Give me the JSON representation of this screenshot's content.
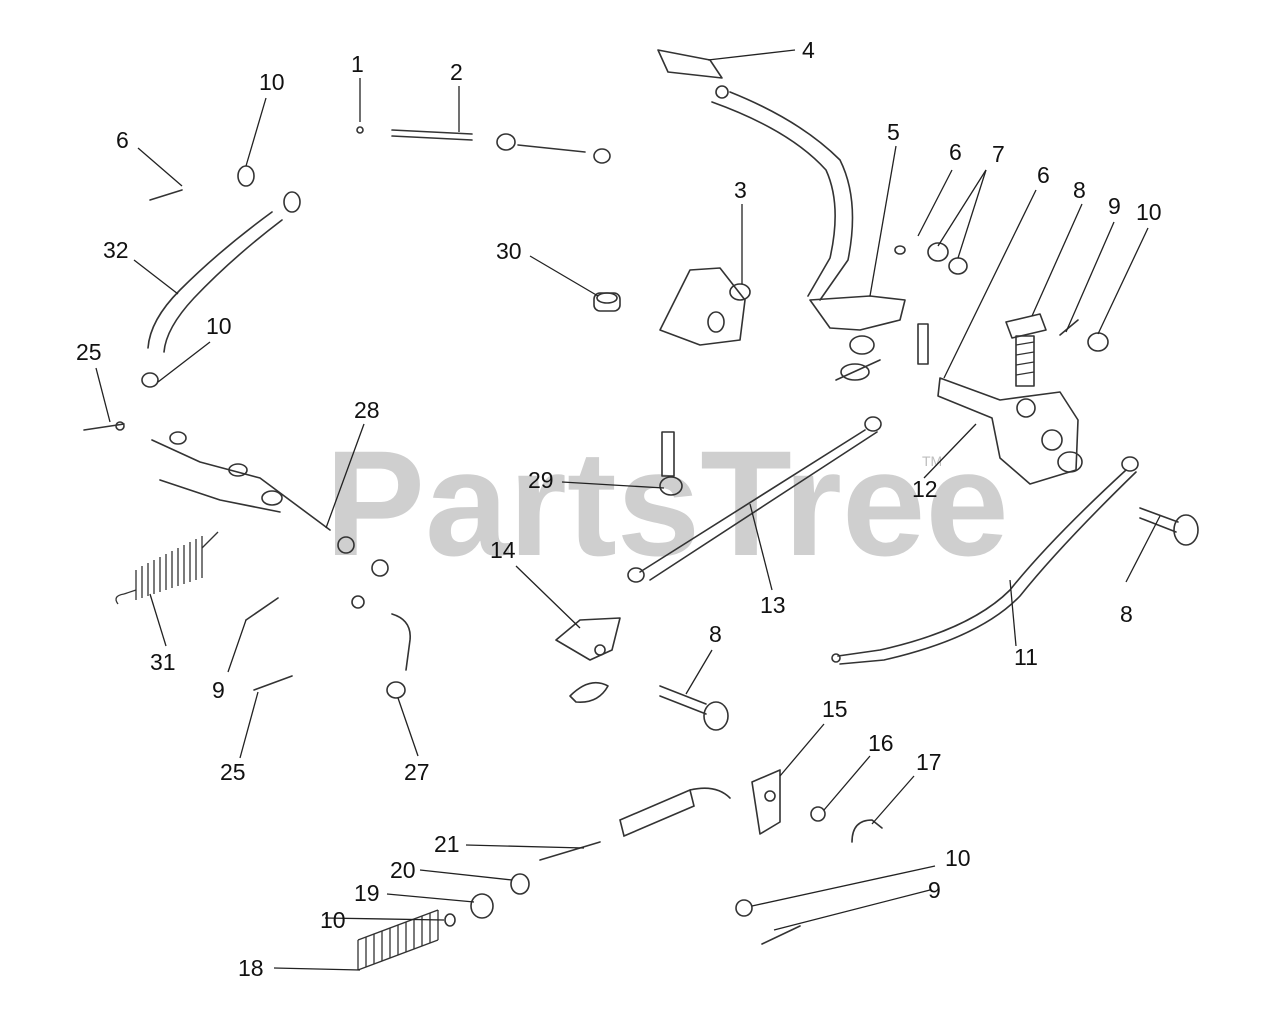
{
  "watermark": {
    "text": "PartsTree",
    "trademark": "TM",
    "color": "#cfcfcf"
  },
  "callouts": [
    {
      "id": "c1",
      "text": "1"
    },
    {
      "id": "c2",
      "text": "2"
    },
    {
      "id": "c3",
      "text": "3"
    },
    {
      "id": "c4",
      "text": "4"
    },
    {
      "id": "c5",
      "text": "5"
    },
    {
      "id": "c6a",
      "text": "6"
    },
    {
      "id": "c6b",
      "text": "6"
    },
    {
      "id": "c6c",
      "text": "6"
    },
    {
      "id": "c7",
      "text": "7"
    },
    {
      "id": "c8a",
      "text": "8"
    },
    {
      "id": "c8b",
      "text": "8"
    },
    {
      "id": "c8c",
      "text": "8"
    },
    {
      "id": "c9a",
      "text": "9"
    },
    {
      "id": "c9b",
      "text": "9"
    },
    {
      "id": "c9c",
      "text": "9"
    },
    {
      "id": "c10a",
      "text": "10"
    },
    {
      "id": "c10b",
      "text": "10"
    },
    {
      "id": "c10c",
      "text": "10"
    },
    {
      "id": "c10d",
      "text": "10"
    },
    {
      "id": "c10e",
      "text": "10"
    },
    {
      "id": "c11",
      "text": "11"
    },
    {
      "id": "c12",
      "text": "12"
    },
    {
      "id": "c13",
      "text": "13"
    },
    {
      "id": "c14",
      "text": "14"
    },
    {
      "id": "c15",
      "text": "15"
    },
    {
      "id": "c16",
      "text": "16"
    },
    {
      "id": "c17",
      "text": "17"
    },
    {
      "id": "c18",
      "text": "18"
    },
    {
      "id": "c19",
      "text": "19"
    },
    {
      "id": "c20",
      "text": "20"
    },
    {
      "id": "c21",
      "text": "21"
    },
    {
      "id": "c25a",
      "text": "25"
    },
    {
      "id": "c25b",
      "text": "25"
    },
    {
      "id": "c27",
      "text": "27"
    },
    {
      "id": "c28",
      "text": "28"
    },
    {
      "id": "c29",
      "text": "29"
    },
    {
      "id": "c30",
      "text": "30"
    },
    {
      "id": "c31",
      "text": "31"
    },
    {
      "id": "c32",
      "text": "32"
    }
  ]
}
